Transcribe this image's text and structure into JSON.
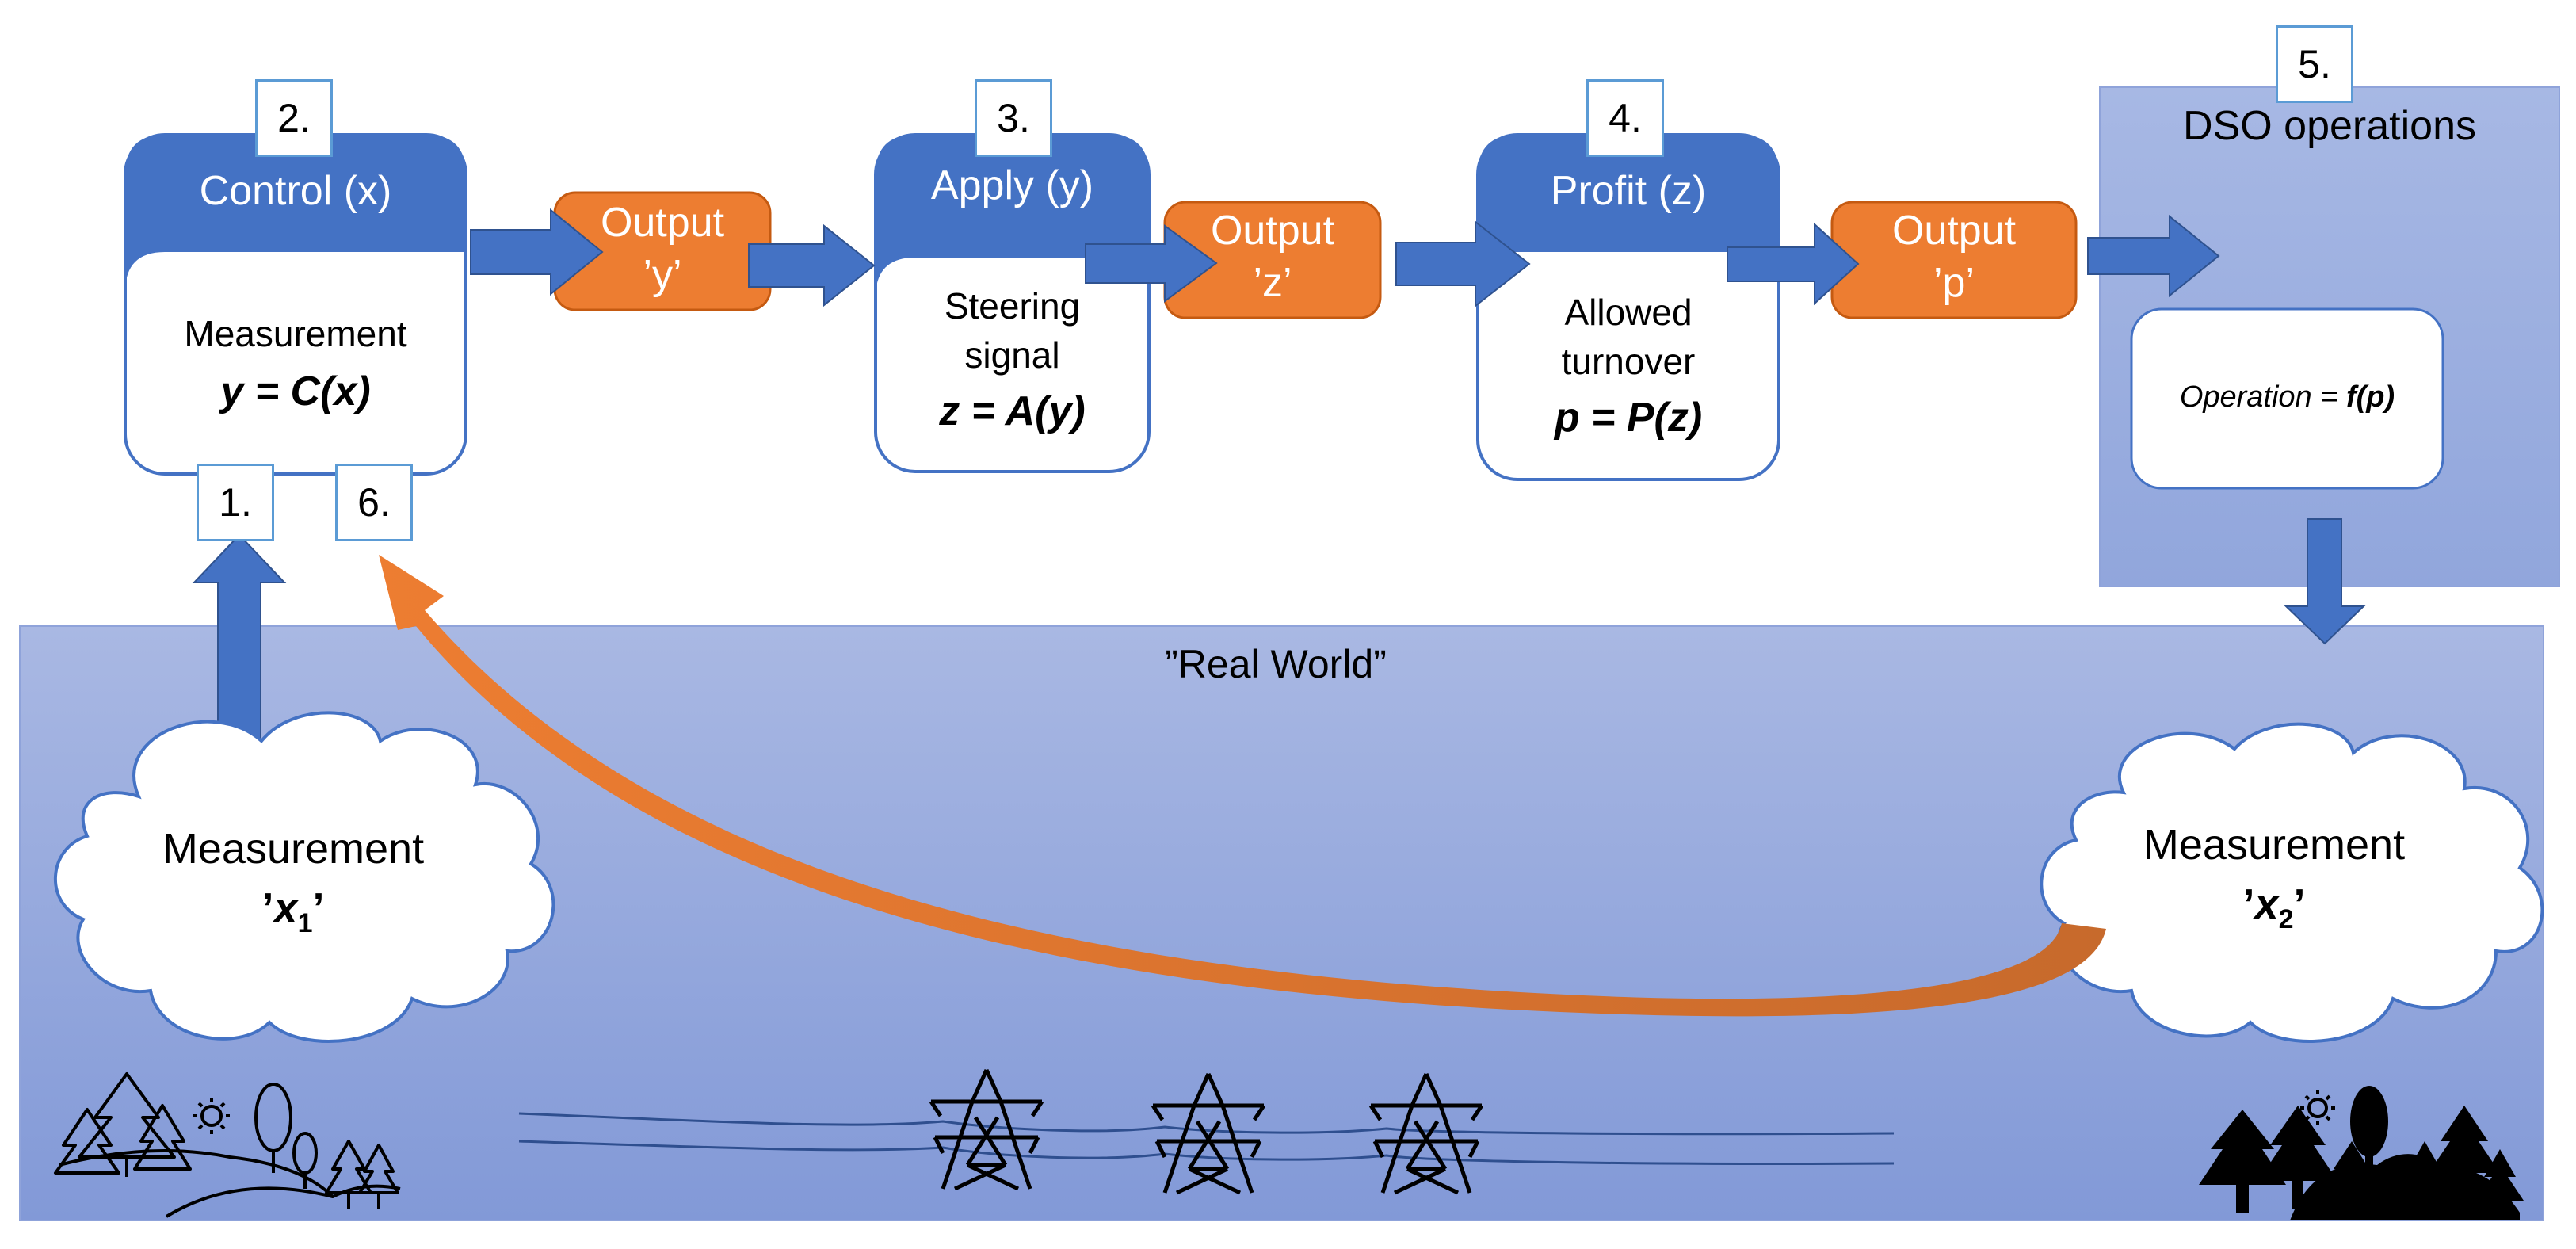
{
  "steps": [
    {
      "number": "2.",
      "title": "Control (x)",
      "body": "Measurement",
      "formula": "y = C(x)"
    },
    {
      "number": "3.",
      "title": "Apply (y)",
      "body_line1": "Steering",
      "body_line2": "signal",
      "formula": "z = A(y)"
    },
    {
      "number": "4.",
      "title": "Profit (z)",
      "body_line1": "Allowed",
      "body_line2": "turnover",
      "formula": "p = P(z)"
    },
    {
      "number": "5.",
      "title": "DSO operations",
      "operation_label": "Operation = ",
      "operation_formula": "f(p)"
    }
  ],
  "extra_numbers": {
    "measure_in": "1.",
    "feedback": "6."
  },
  "outputs": [
    {
      "line1": "Output",
      "line2": "’y’"
    },
    {
      "line1": "Output",
      "line2": "’z’"
    },
    {
      "line1": "Output",
      "line2": "’p’"
    }
  ],
  "real_world": {
    "title": "”Real World”"
  },
  "clouds": [
    {
      "label": "Measurement",
      "var": "x",
      "sub": "1",
      "prime_left": "’",
      "prime_right": "’"
    },
    {
      "label": "Measurement",
      "var": "x",
      "sub": "2",
      "prime_left": "’",
      "prime_right": "’"
    }
  ],
  "colors": {
    "header_blue": "#4472c4",
    "box_border": "#4472c4",
    "output_orange": "#ed7d31",
    "arrow_blue": "#4472c4",
    "feedback_orange": "#ed7d31",
    "real_world_top": "#a9b8e3",
    "real_world_bottom": "#8299d7",
    "dso_panel": "#a2b3e1",
    "number_box_border": "#5b9bd5"
  },
  "icons": [
    "trees-outline-icon",
    "sun-icon",
    "power-pylon-icon",
    "trees-filled-icon"
  ]
}
